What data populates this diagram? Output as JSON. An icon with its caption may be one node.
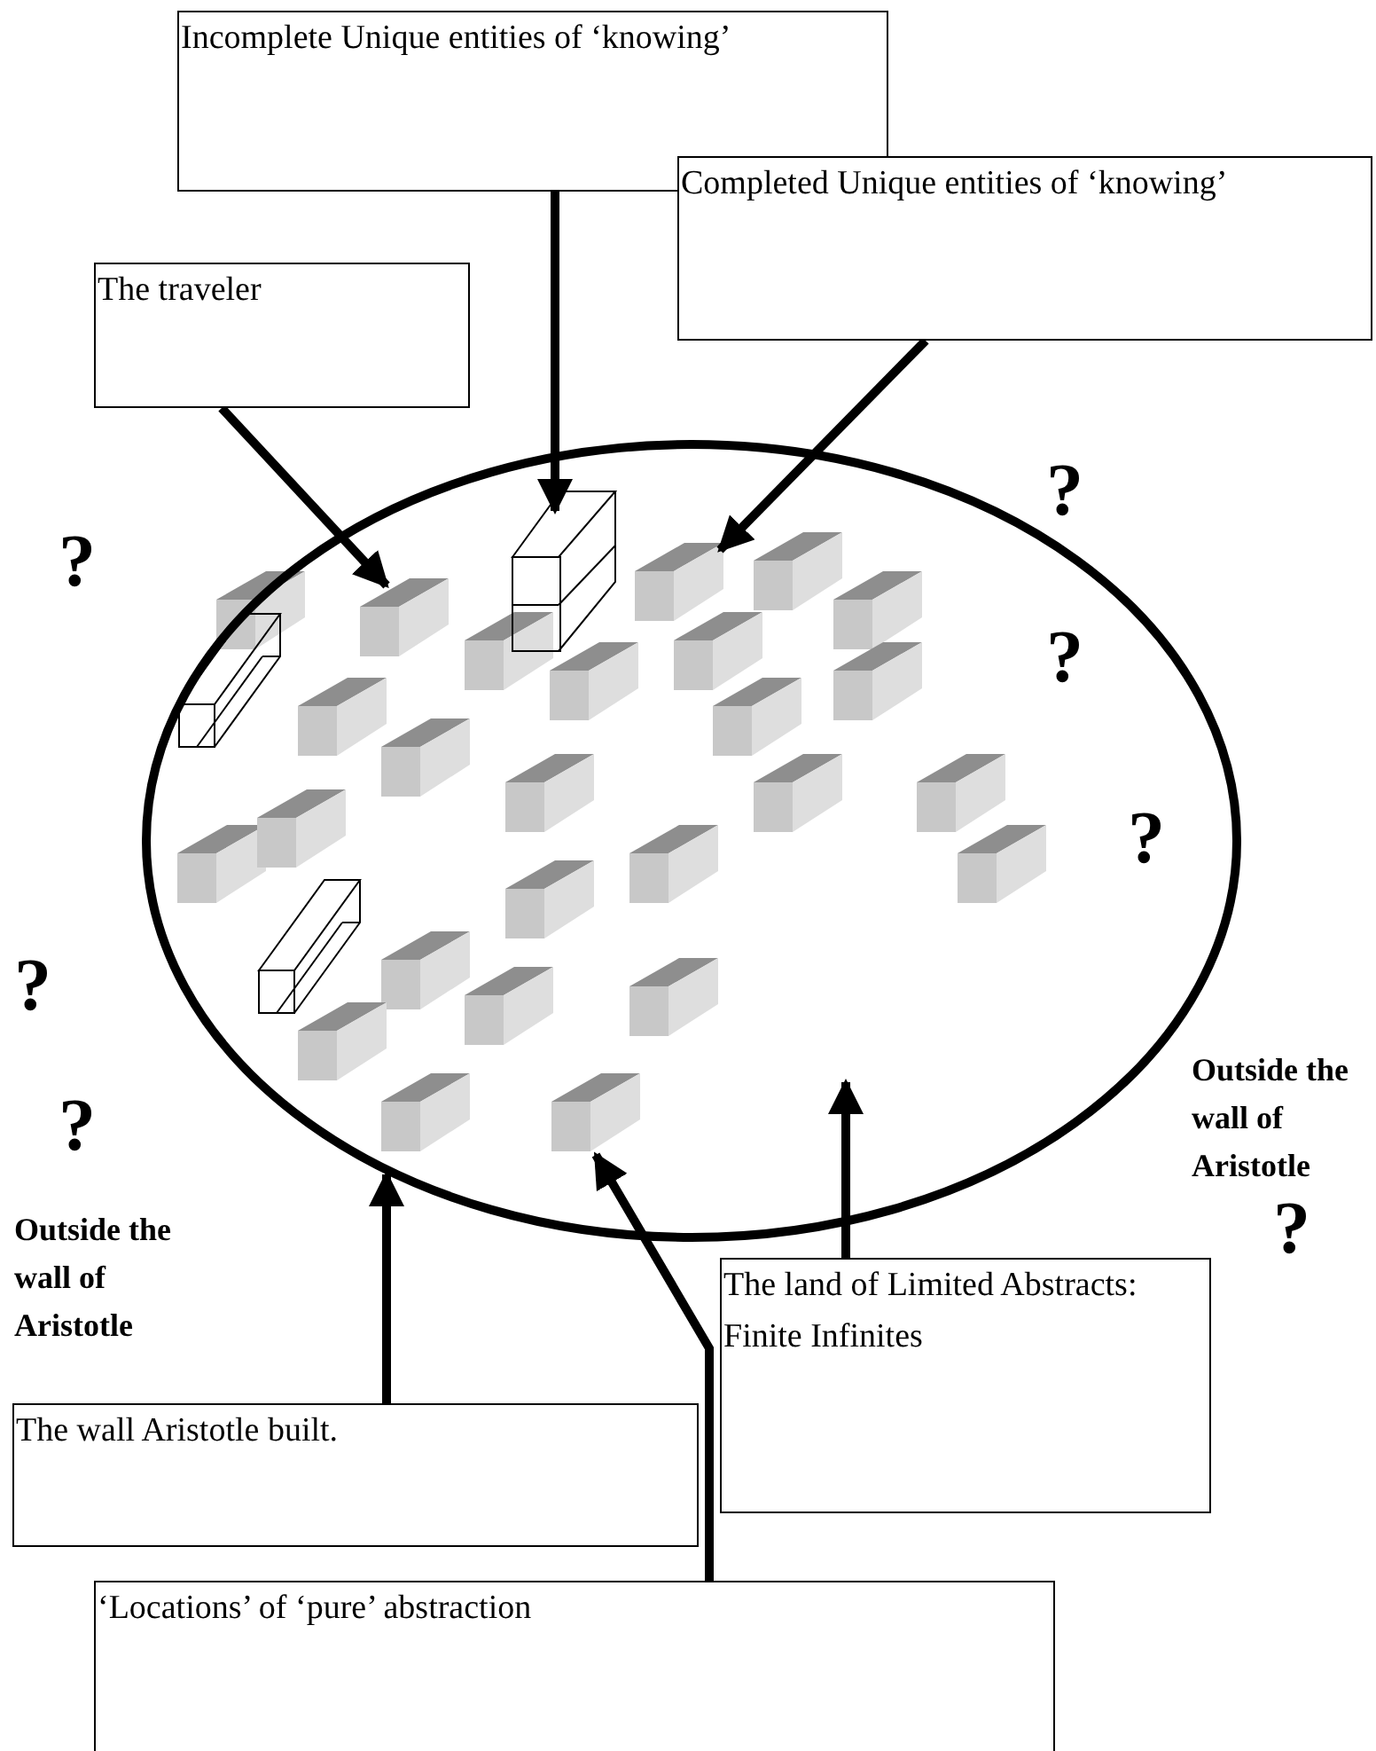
{
  "diagram": {
    "nodes": [
      {
        "text": [
          "Incomplete Unique entities of ‘knowing’"
        ]
      },
      {
        "text": [
          "Completed Unique entities of ‘knowing’"
        ]
      },
      {
        "text": [
          "The traveler"
        ]
      },
      {
        "text": [],
        "shape": "circle"
      },
      {
        "text": [],
        "shape": "box",
        "in": 3
      },
      {
        "text": [],
        "shape": "box",
        "in": 3
      },
      {
        "text": [],
        "shape": "box",
        "in": 3
      },
      {
        "text": [],
        "shape": "box",
        "in": 3
      },
      {
        "text": [
          "The land of Limited Abstracts:",
          "Finite Infinites"
        ]
      },
      {
        "text": [
          "The wall Aristotle built."
        ]
      },
      {
        "text": [
          "‘Locations’ of ‘pure’ abstraction"
        ]
      }
    ],
    "edges": [
      {
        "from": 0,
        "to": 4,
        "arrow": "to"
      },
      {
        "from": 1,
        "to": 5,
        "arrow": "to"
      },
      {
        "from": 2,
        "to": 6,
        "arrow": "to"
      },
      {
        "from": 9,
        "to": 3,
        "arrow": "to"
      },
      {
        "from": 8,
        "to": 3,
        "arrow": "to"
      },
      {
        "from": 10,
        "to": 7,
        "arrow": "to"
      }
    ],
    "labels": [
      "?",
      "?",
      "?",
      "?",
      "Outside the wall of Aristotle",
      "?",
      "?",
      "?",
      "Outside the wall of Aristotle"
    ]
  }
}
